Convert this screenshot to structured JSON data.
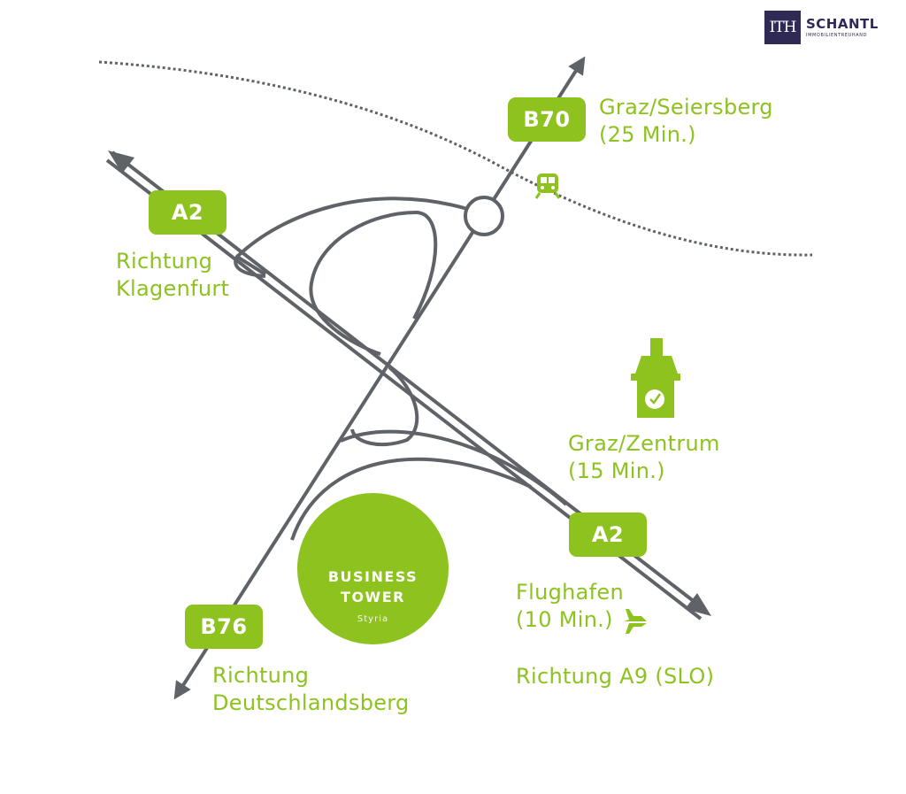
{
  "logo": {
    "mark": "ITH",
    "name": "SCHANTL",
    "tagline": "IMMOBILIENTREUHAND"
  },
  "roads": [
    {
      "id": "a2-north",
      "label": "A2"
    },
    {
      "id": "a2-south",
      "label": "A2"
    },
    {
      "id": "b70",
      "label": "B70"
    },
    {
      "id": "b76",
      "label": "B76"
    }
  ],
  "destinations": {
    "graz_seiersberg": {
      "line1": "Graz/Seiersberg",
      "line2": "(25 Min.)"
    },
    "klagenfurt": {
      "line1": "Richtung",
      "line2": "Klagenfurt"
    },
    "graz_zentrum": {
      "line1": "Graz/Zentrum",
      "line2": "(15 Min.)"
    },
    "flughafen": {
      "line1": "Flughafen",
      "line2": "(10 Min.)"
    },
    "a9": {
      "line1": "Richtung A9 (SLO)"
    },
    "deutschlandsberg": {
      "line1": "Richtung",
      "line2": "Deutschlandsberg"
    }
  },
  "business_tower": {
    "line1": "BUSINESS",
    "line2": "TOWER",
    "line3": "Styria"
  },
  "icons": [
    "train-icon",
    "clock-tower-icon",
    "airplane-icon",
    "arrow-icon"
  ],
  "colors": {
    "accent": "#8dc21f",
    "road": "#5f6368",
    "logo": "#2e2a55",
    "background": "#ffffff"
  }
}
